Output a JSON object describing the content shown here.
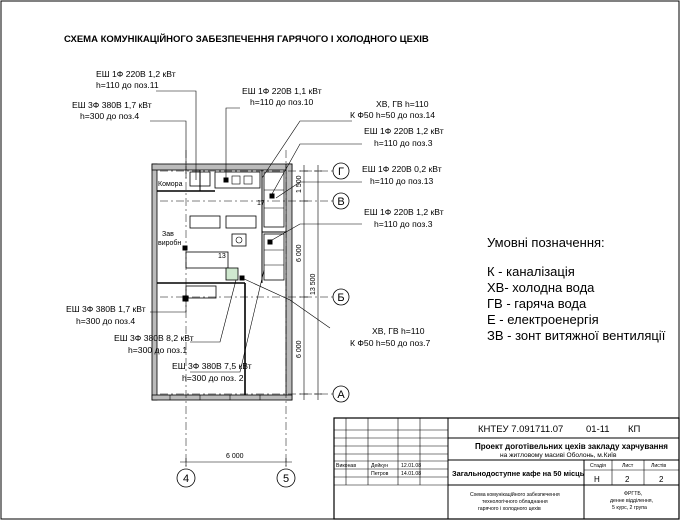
{
  "title": "СХЕМА КОМУНІКАЦІЙНОГО ЗАБЕЗПЕЧЕННЯ  ГАРЯЧОГО І ХОЛОДНОГО ЦЕХІВ",
  "callouts_left": [
    {
      "line1": "ЕШ 1Ф 220В 1,2 кВт",
      "line2": "h=110 до поз.11"
    },
    {
      "line1": "ЕШ 3Ф 380В 1,7 кВт",
      "line2": "h=300 до поз.4"
    },
    {
      "line1": "ЕШ 1Ф 220В 1,1 кВт",
      "line2": "h=110 до поз.10"
    }
  ],
  "callouts_right": [
    {
      "line1": "ХВ, ГВ  h=110",
      "line2": "К Ф50 h=50 до поз.14"
    },
    {
      "line1": "ЕШ 1Ф 220В 1,2 кВт",
      "line2": "h=110 до поз.3"
    },
    {
      "line1": "ЕШ 1Ф 220В 0,2 кВт",
      "line2": "h=110 до поз.13"
    },
    {
      "line1": "ЕШ 1Ф 220В 1,2 кВт",
      "line2": "h=110 до поз.3"
    }
  ],
  "callouts_bottom": [
    {
      "line1": "ЕШ 3Ф 380В 1,7 кВт",
      "line2": "h=300 до поз.4"
    },
    {
      "line1": "ЕШ 3Ф 380В 8,2 кВт",
      "line2": "h=300 до поз.1"
    },
    {
      "line1": "ЕШ 3Ф 380В 7,5 кВт",
      "line2": "h=300 до поз. 2"
    },
    {
      "line1": "ХВ, ГВ  h=110",
      "line2": "К Ф50 h=50 до поз.7"
    }
  ],
  "rooms": {
    "storage": "Комора",
    "prep_1": "Зав",
    "prep_2": "виробн"
  },
  "items": {
    "p17": "17",
    "p13": "13"
  },
  "axes": {
    "g": "Г",
    "v": "В",
    "b": "Б",
    "a": "А",
    "c4": "4",
    "c5": "5"
  },
  "dims": {
    "d1": "1 500",
    "d2": "6 000",
    "d3": "6 000",
    "total": "13 500",
    "horiz": "6 000"
  },
  "legend": {
    "title": "Умовні позначення:",
    "items": [
      "К - каналізація",
      "ХВ- холодна вода",
      "ГВ - гаряча вода",
      "Е - електроенергія",
      "ЗВ - зонт витяжної вентиляції"
    ]
  },
  "titleblock": {
    "code": "КНТЕУ  7.091711.07",
    "date_code": "01-11",
    "kp": "КП",
    "project_l1": "Проект доготівельних цехів закладу харчування",
    "project_l2": "на житловому масиві Оболонь, м.Київ",
    "drawing_name": "Загальнодоступне кафе на 50 місць",
    "stage_h": "Стадія",
    "sheet_h": "Лист",
    "sheets_h": "Листів",
    "stage_v": "Н",
    "sheet_v": "2",
    "sheets_v": "2",
    "person1_role": "Виконав",
    "person1_name": "Дейкун",
    "person1_date": "12.01.08",
    "person2_name": "Петров",
    "person2_date": "14.01.08",
    "desc_l1": "Схема комунікаційного забезпечення",
    "desc_l2": "технологічного обладнання",
    "desc_l3": "гарячого і холодного цехів",
    "org_l1": "ФРГТБ,",
    "org_l2": "денне відділення,",
    "org_l3": "5 курс, 2 група"
  }
}
